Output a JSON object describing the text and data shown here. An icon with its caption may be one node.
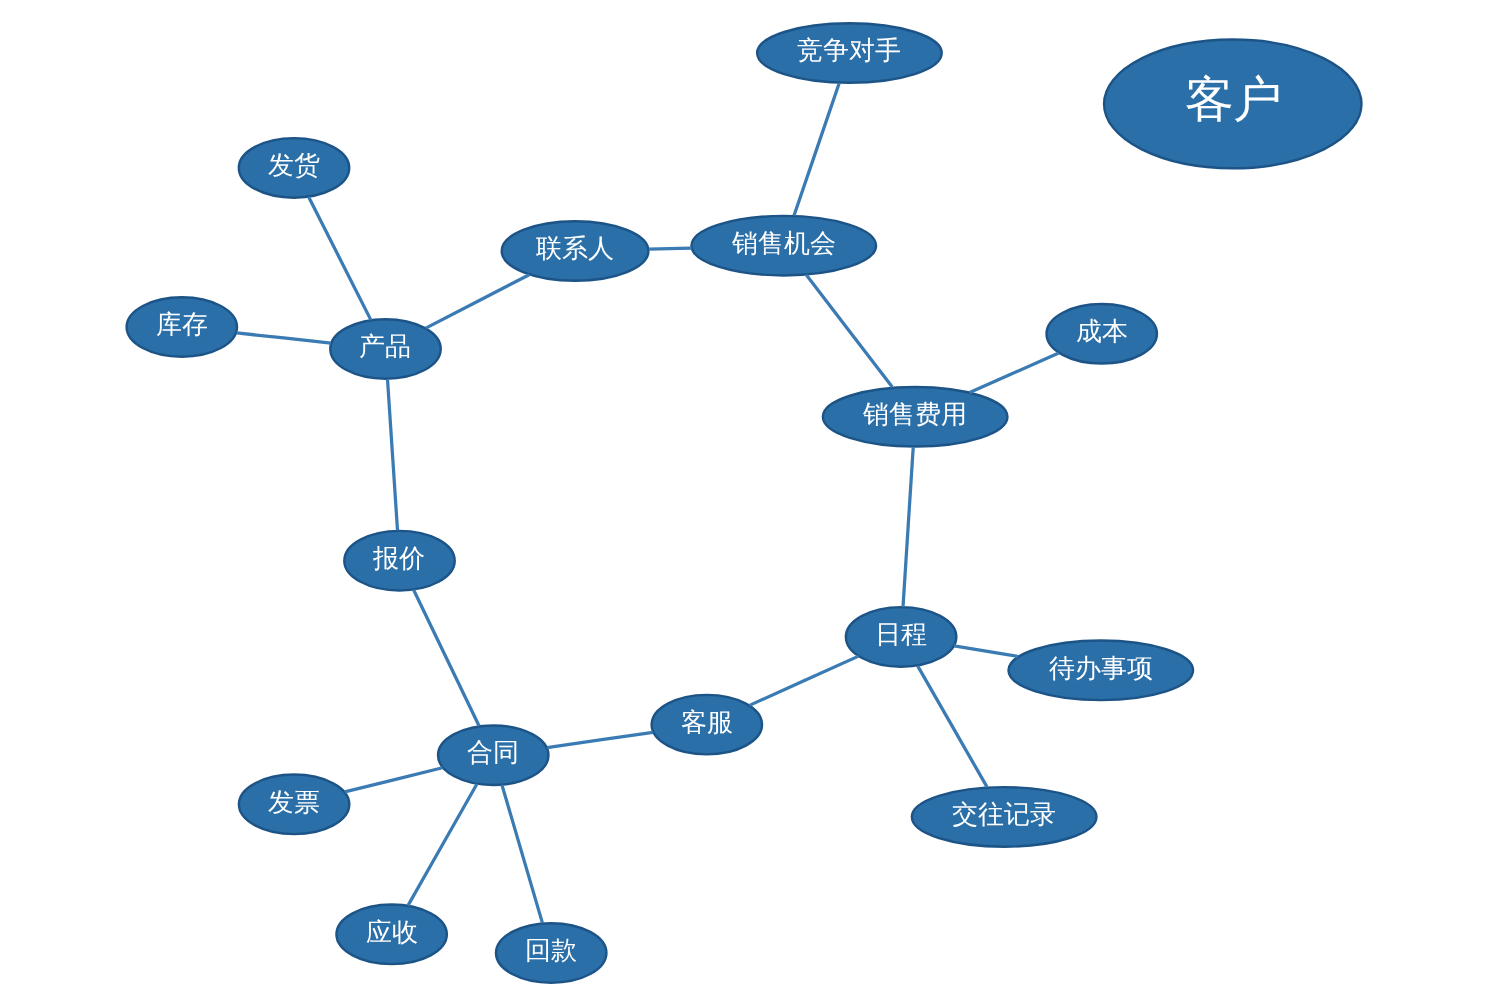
{
  "diagram": {
    "nodes": [
      {
        "text": [
          "发票"
        ]
      },
      {
        "text": [
          "发货"
        ]
      },
      {
        "text": [
          "应收"
        ]
      },
      {
        "text": [
          "库存"
        ]
      },
      {
        "text": [
          "报价"
        ]
      },
      {
        "text": [
          "产品"
        ]
      },
      {
        "text": [
          "合同"
        ]
      },
      {
        "text": [
          "回款"
        ]
      },
      {
        "text": [
          "客户"
        ]
      },
      {
        "text": [
          "联系人"
        ]
      },
      {
        "text": [
          "客服"
        ]
      },
      {
        "text": [
          "日程"
        ]
      },
      {
        "text": [
          "销售机会"
        ]
      },
      {
        "text": [
          "待办事项"
        ]
      },
      {
        "text": [
          "销售费用"
        ]
      },
      {
        "text": [
          "竞争对手"
        ]
      },
      {
        "text": [
          "交往记录"
        ]
      },
      {
        "text": [
          "成本"
        ]
      }
    ],
    "edges": [
      {
        "from": 5,
        "to": 4,
        "arrow": "none"
      },
      {
        "from": 4,
        "to": 6,
        "arrow": "none"
      },
      {
        "from": 6,
        "to": 10,
        "arrow": "none"
      },
      {
        "from": 10,
        "to": 11,
        "arrow": "none"
      },
      {
        "from": 11,
        "to": 14,
        "arrow": "none"
      },
      {
        "from": 14,
        "to": 12,
        "arrow": "none"
      },
      {
        "from": 12,
        "to": 9,
        "arrow": "none"
      },
      {
        "from": 9,
        "to": 5,
        "arrow": "none"
      },
      {
        "from": 5,
        "to": 3,
        "arrow": "none"
      },
      {
        "from": 5,
        "to": 1,
        "arrow": "none"
      },
      {
        "from": 6,
        "to": 0,
        "arrow": "none"
      },
      {
        "from": 6,
        "to": 2,
        "arrow": "none"
      },
      {
        "from": 6,
        "to": 7,
        "arrow": "none"
      },
      {
        "from": 11,
        "to": 13,
        "arrow": "none"
      },
      {
        "from": 11,
        "to": 16,
        "arrow": "none"
      },
      {
        "from": 14,
        "to": 17,
        "arrow": "none"
      },
      {
        "from": 12,
        "to": 15,
        "arrow": "none"
      }
    ]
  }
}
